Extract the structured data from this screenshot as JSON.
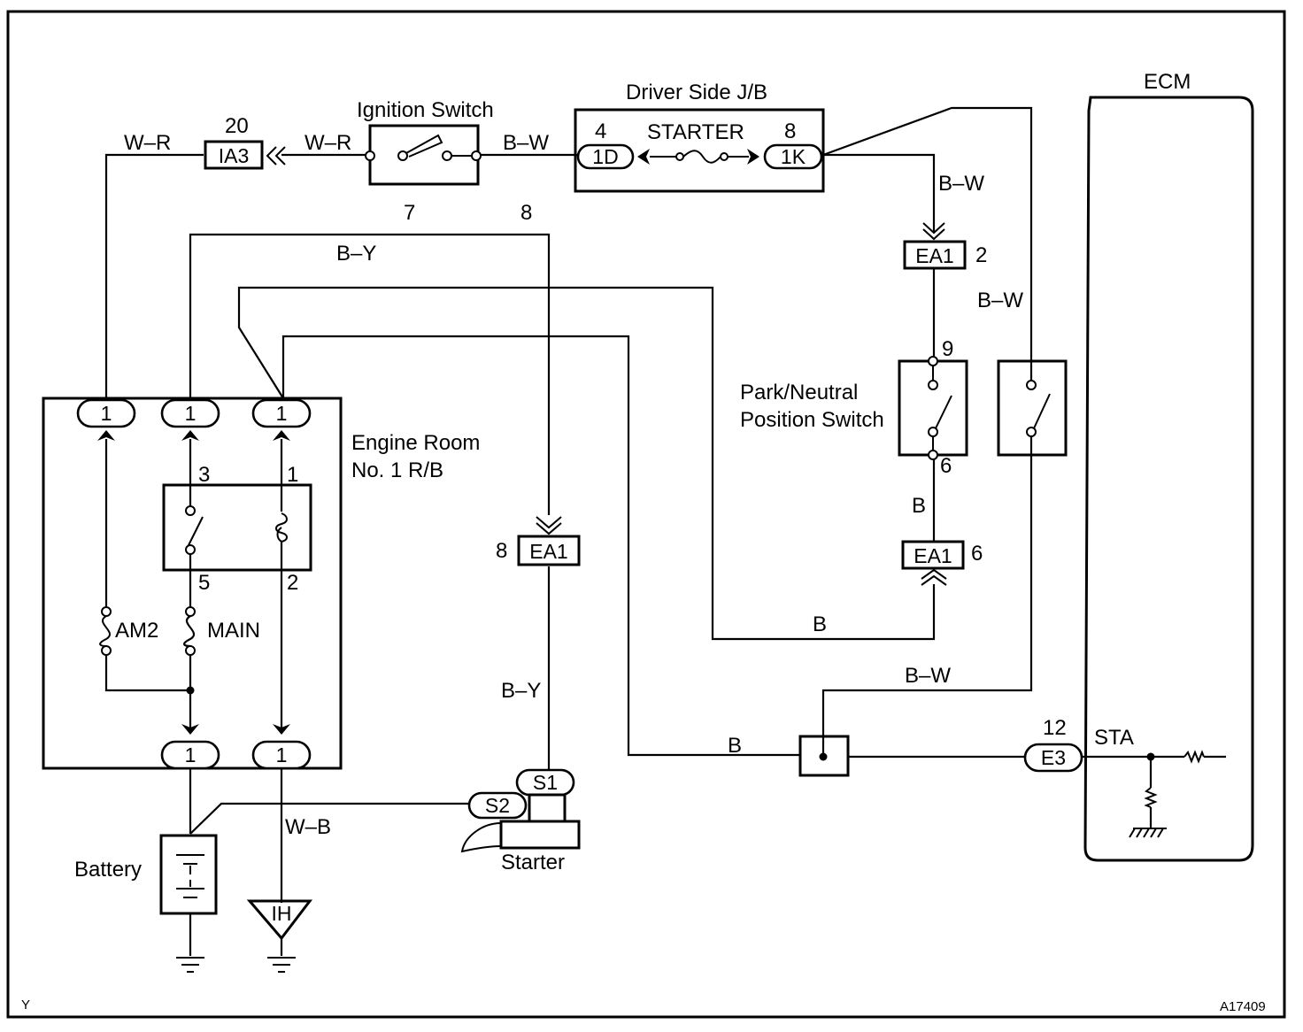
{
  "diagram": {
    "page_code": "Y",
    "figure_id": "A17409",
    "components": {
      "ignition_switch": "Ignition Switch",
      "driver_side_jb": "Driver Side J/B",
      "starter_fuse": "STARTER",
      "ecm": "ECM",
      "engine_room_rb": [
        "Engine Room",
        "No. 1 R/B"
      ],
      "park_neutral_switch": [
        "Park/Neutral",
        "Position Switch"
      ],
      "battery": "Battery",
      "starter": "Starter",
      "fuse_am2": "AM2",
      "fuse_main": "MAIN",
      "ecm_terminal": "STA"
    },
    "connectors": {
      "ia3": "IA3",
      "jb_1d": "1D",
      "jb_1k": "1K",
      "ea1_top": "EA1",
      "ea1_mid": "EA1",
      "ea1_left": "EA1",
      "e3": "E3",
      "s1": "S1",
      "s2": "S2",
      "ground_ih": "IH",
      "rb_pin": "1"
    },
    "pins": {
      "ia3_pin": "20",
      "jb_1d_pin": "4",
      "jb_1k_pin": "8",
      "ig_pin_7": "7",
      "ig_pin_8": "8",
      "ea1_top_pin": "2",
      "pn_pin_9": "9",
      "pn_pin_6": "6",
      "ea1_mid_pin": "6",
      "ea1_left_pin": "8",
      "relay_3": "3",
      "relay_1": "1",
      "relay_5": "5",
      "relay_2": "2",
      "e3_pin": "12"
    },
    "wire_colors": {
      "wr_left": "W–R",
      "wr_right": "W–R",
      "bw_ig_jb": "B–W",
      "bw_down": "B–W",
      "bw_right": "B–W",
      "bw_bottom": "B–W",
      "by_top": "B–Y",
      "by_bottom": "B–Y",
      "b_pn": "B",
      "b_loop": "B",
      "b_bottom": "B",
      "wb_ground": "W–B"
    }
  }
}
